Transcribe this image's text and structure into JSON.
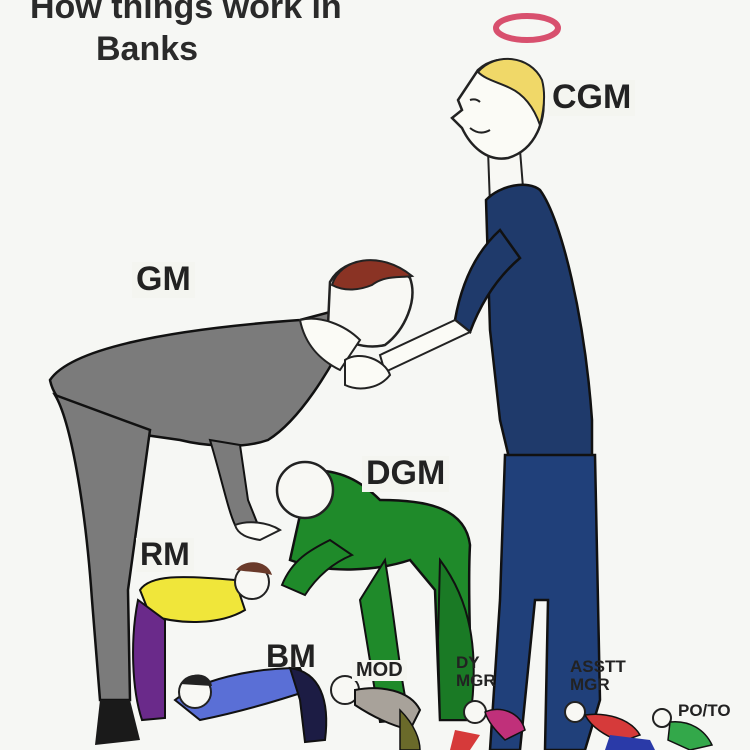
{
  "title": {
    "line1": "How things work in",
    "line2": "Banks"
  },
  "labels": {
    "cgm": "CGM",
    "gm": "GM",
    "dgm": "DGM",
    "rm": "RM",
    "bm": "BM",
    "mod": "MOD",
    "dy_mgr_line1": "DY",
    "dy_mgr_line2": "MGR",
    "asst_mgr_line1": "ASSTT",
    "asst_mgr_line2": "MGR",
    "po_to": "PO/TO"
  },
  "colors": {
    "background": "#f6f7f4",
    "cgm_suit": "#1f3a6b",
    "gm_suit": "#7b7b7b",
    "dgm_suit": "#1f8a2a",
    "rm_shirt": "#f0e63a",
    "rm_pants": "#6a2a8a",
    "bm_shirt": "#5a6fd6",
    "bm_pants": "#1c1c44",
    "halo": "#d8506e"
  }
}
